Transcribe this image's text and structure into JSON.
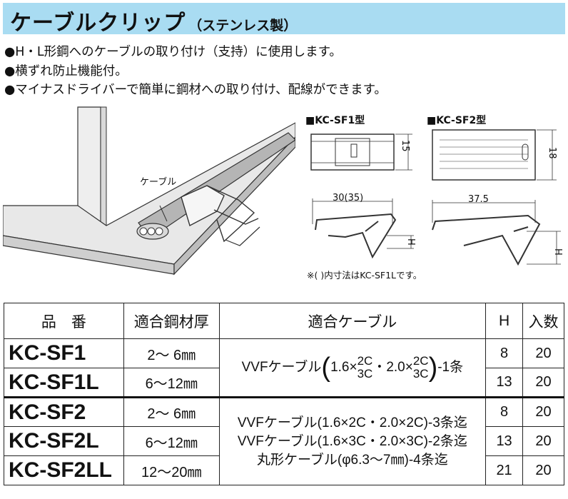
{
  "header": {
    "title": "ケーブルクリップ",
    "subtitle": "（ステンレス製）"
  },
  "features": [
    "●H・L形鋼へのケーブルの取り付け（支持）に使用します。",
    "●横ずれ防止機能付。",
    "●マイナスドライバーで簡単に鋼材への取り付け、配線ができます。"
  ],
  "illustration": {
    "cable_label": "ケーブル"
  },
  "figures": {
    "sf1_title": "■KC-SF1型",
    "sf2_title": "■KC-SF2型",
    "sf1_height": "15",
    "sf2_height": "18",
    "sf1_width": "30(35)",
    "sf2_width": "37.5",
    "h_label": "H",
    "note": "※( )内寸法はKC-SF1Lです。"
  },
  "table": {
    "headers": [
      "品　番",
      "適合鋼材厚",
      "適合ケーブル",
      "H",
      "入数"
    ],
    "rows": [
      {
        "model": "KC-SF1",
        "thickness": "2～ 6㎜",
        "h": "8",
        "qty": "20"
      },
      {
        "model": "KC-SF1L",
        "thickness": "6～12㎜",
        "h": "13",
        "qty": "20"
      },
      {
        "model": "KC-SF2",
        "thickness": "2～ 6㎜",
        "h": "8",
        "qty": "20"
      },
      {
        "model": "KC-SF2L",
        "thickness": "6～12㎜",
        "h": "13",
        "qty": "20"
      },
      {
        "model": "KC-SF2LL",
        "thickness": "12～20㎜",
        "h": "21",
        "qty": "20"
      }
    ],
    "cable_sf1": {
      "prefix": "VVFケーブル",
      "a": "1.6×",
      "a_top": "2C",
      "a_bottom": "3C",
      "b": "・2.0×",
      "b_top": "2C",
      "b_bottom": "3C",
      "suffix": "-1条"
    },
    "cable_sf2": [
      "VVFケーブル(1.6×2C・2.0×2C)-3条迄",
      "VVFケーブル(1.6×3C・2.0×3C)-2条迄",
      "丸形ケーブル(φ6.3～7㎜)-4条迄"
    ]
  }
}
